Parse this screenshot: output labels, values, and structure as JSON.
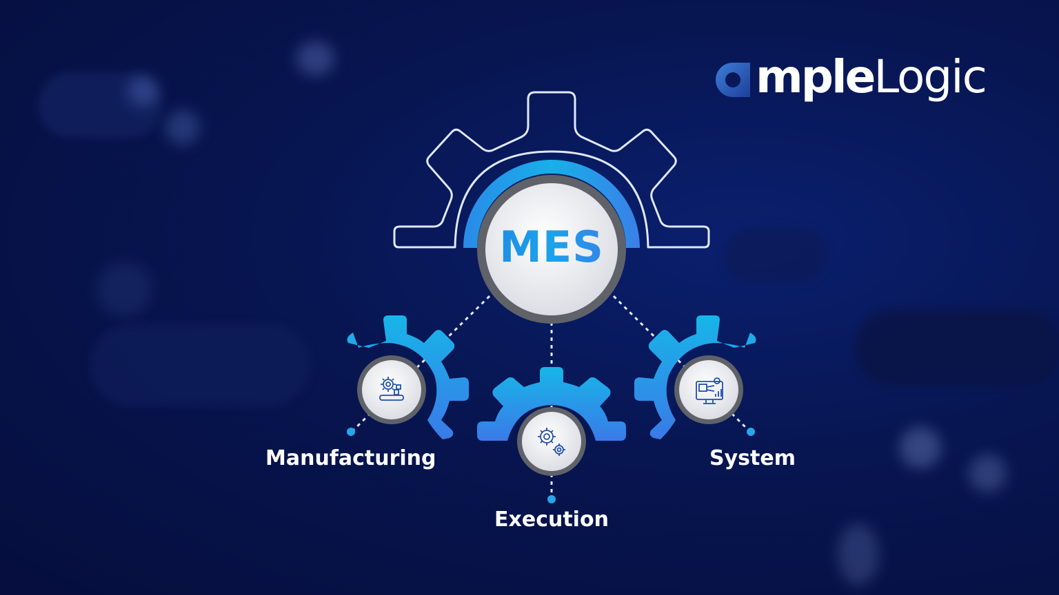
{
  "brand": {
    "logo_mark": "a",
    "logo_bold": "mple",
    "logo_thin": "Logic"
  },
  "diagram": {
    "center": {
      "label": "MES",
      "ring_color": "#5f6268",
      "accent_gradient": [
        "#1aa6e6",
        "#3d7ee9"
      ]
    },
    "nodes": [
      {
        "label": "Manufacturing",
        "icon": "conveyor-gear-icon"
      },
      {
        "label": "Execution",
        "icon": "twin-gears-icon"
      },
      {
        "label": "System",
        "icon": "monitor-gear-chart-icon"
      }
    ]
  },
  "colors": {
    "background": "#071550",
    "gear_gradient_start": "#14b4e6",
    "gear_gradient_end": "#3a78e8",
    "outline": "#dfe8ff",
    "icon": "#1f4fb0"
  }
}
